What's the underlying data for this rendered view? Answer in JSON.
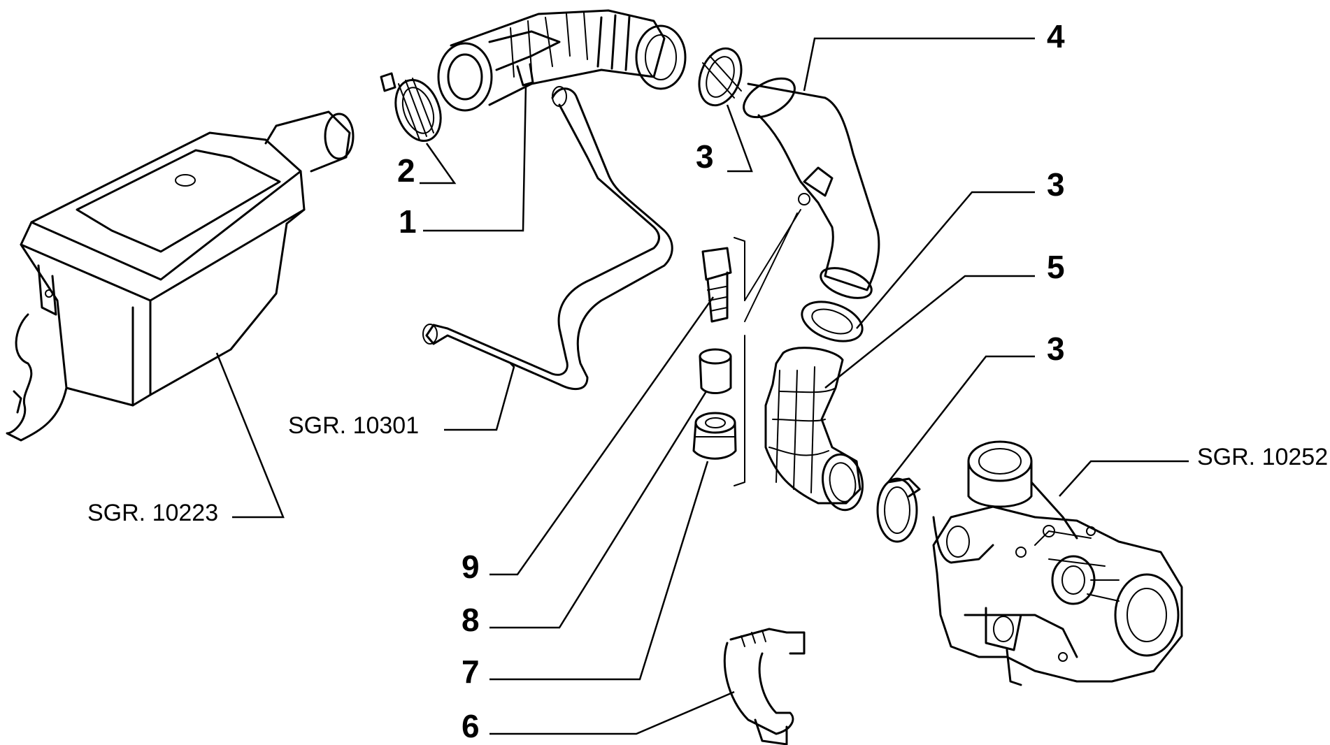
{
  "callouts": {
    "c1": "1",
    "c2": "2",
    "c3a": "3",
    "c3b": "3",
    "c3c": "3",
    "c4": "4",
    "c5": "5",
    "c6": "6",
    "c7": "7",
    "c8": "8",
    "c9": "9"
  },
  "references": {
    "sgr_10223": "SGR. 10223",
    "sgr_10301": "SGR. 10301",
    "sgr_10252": "SGR. 10252"
  }
}
